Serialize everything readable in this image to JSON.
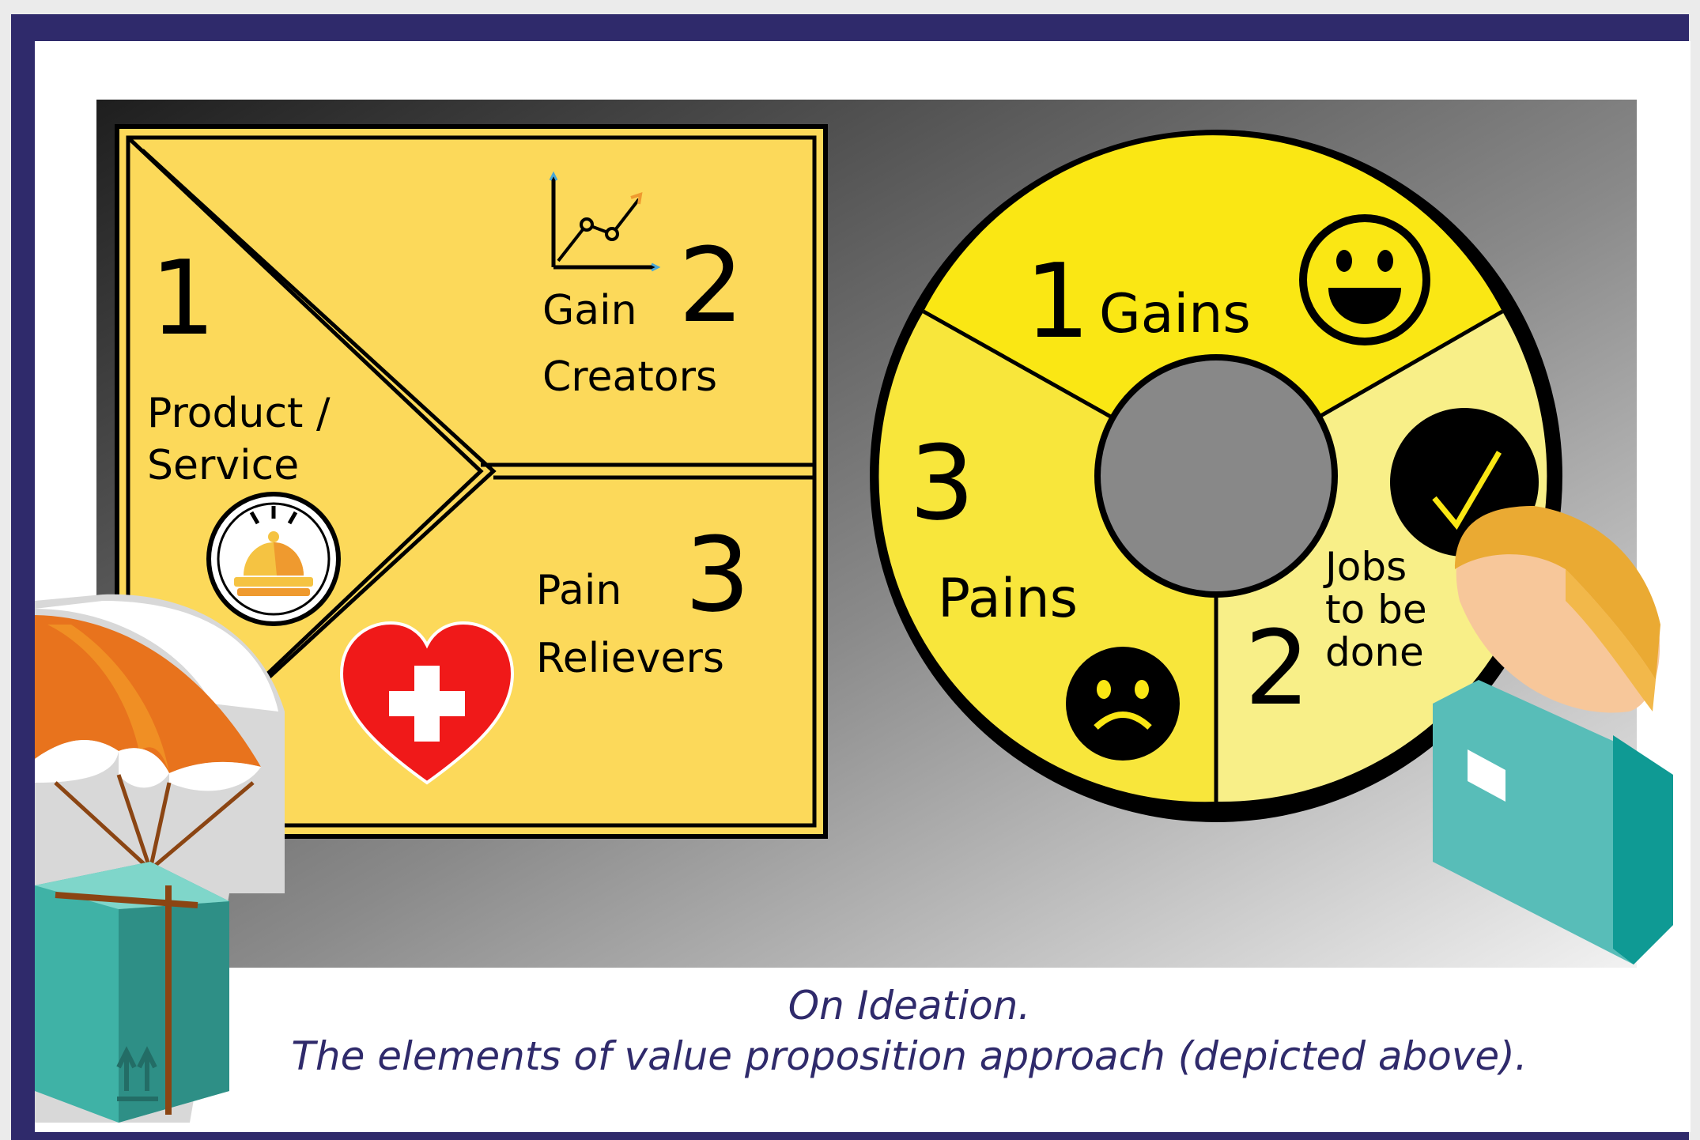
{
  "canvas": {
    "frame_color": "#2f2a6b",
    "inner_color": "#ffffff"
  },
  "value_map": {
    "color": "#fcd95a",
    "sections": {
      "product_service": {
        "number": "1",
        "label_line1": "Product /",
        "label_line2": "Service",
        "icon": "service-bell-icon"
      },
      "gain_creators": {
        "number": "2",
        "label_line1": "Gain",
        "label_line2": "Creators",
        "icon": "growth-chart-icon"
      },
      "pain_relievers": {
        "number": "3",
        "label_line1": "Pain",
        "label_line2": "Relievers",
        "icon": "heart-cross-icon"
      }
    }
  },
  "customer_profile": {
    "colors": {
      "gains": "#fae714",
      "pains": "#f8e63b",
      "jobs": "#f8ef88",
      "hub": "#888888"
    },
    "segments": {
      "gains": {
        "number": "1",
        "label": "Gains",
        "icon": "happy-face-icon"
      },
      "jobs": {
        "number": "2",
        "label_line1": "Jobs",
        "label_line2": "to be",
        "label_line3": "done",
        "icon": "checkmark-icon"
      },
      "pains": {
        "number": "3",
        "label": "Pains",
        "icon": "sad-face-icon"
      }
    }
  },
  "decorations": [
    "parachute-box-icon",
    "customer-person-icon"
  ],
  "caption": {
    "line1": "On Ideation.",
    "line2": "The elements of value proposition approach (depicted above)."
  }
}
